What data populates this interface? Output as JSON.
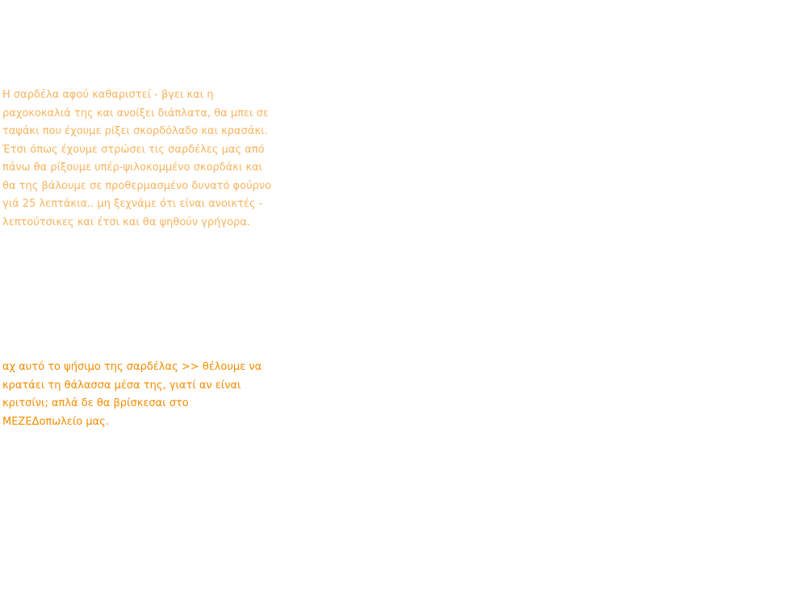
{
  "recipe_paragraph": {
    "lines": [
      "Η σαρδέλα αφού καθαριστεί - βγει και η",
      "ραχοκοκαλιά της και ανοίξει διάπλατα, θα μπει σε",
      "ταψάκι που έχουμε ρίξει σκορδόλαδο και κρασάκι.",
      "Έτσι όπως έχουμε στρώσει τις σαρδέλες μας από",
      "πάνω θα ρίξουμε υπέρ-ψιλοκομμένο σκορδάκι και",
      "θα της βάλουμε σε προθερμασμένο δυνατό φούρνο",
      "γιά 25 λεπτάκια.. μη ξεχνάμε ότι είναι ανοικτές -",
      "λεπτούτσικες και έτσι και θα ψηθούν γρήγορα."
    ],
    "color": "#f8b35e"
  },
  "closing_paragraph": {
    "lines": [
      "αχ αυτό το ψήσιμο της σαρδέλας >> θέλουμε να",
      "κρατάει τη θάλασσα μέσα της, γιατί αν είναι",
      "κριτσίνι; απλά δε θα βρίσκεσαι στο",
      "ΜΕΖΕΔοπωλείο μας."
    ],
    "color": "#f28c00"
  }
}
